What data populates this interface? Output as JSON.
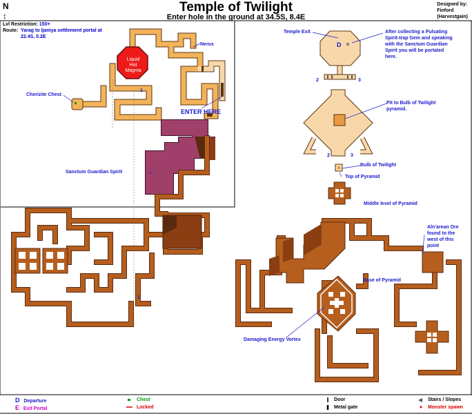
{
  "header": {
    "title": "Temple of Twilight",
    "subtitle": "Enter hole in the ground at 34.5S, 8.4E",
    "north": "N",
    "designed_label": "Designed by:",
    "designer": "Finford",
    "server": "(Harvestgain)"
  },
  "info": {
    "lvl_label": "Lvl Restriction:",
    "lvl_value": "150+",
    "route_label": "Route:",
    "route_value_1": "Yarag to Ijaniya settlement portal at",
    "route_value_2": "22.4S, 0.2E"
  },
  "labels": {
    "liquid": "Liquid",
    "hot": "Hot",
    "magma": "Magma",
    "nerus": "Nerus",
    "cherizite_chest": "Cherizite Chest",
    "enter_here": "ENTER HERE",
    "sanctum_spirit": "Sanctum Guardian Spirit",
    "temple_exit": "Temple Exit",
    "after_1": "After collecting a Pulsating",
    "after_2": "Spirit-trap Gem and speaking",
    "after_3": "with the Sanctum Guardian",
    "after_4": "Spirit you will be portaled",
    "after_5": "here.",
    "pit_1": "Pit to Bulb of Twilight",
    "pit_2": "pyramid.",
    "bulb": "Bulb of Twilight",
    "top_pyramid": "Top of Pyramid",
    "middle_pyramid": "Middle level of Pyramid",
    "aln_1": "Aln'arean Ore",
    "aln_2": "found to the",
    "aln_3": "west of this",
    "aln_4": "point",
    "base_pyramid": "Base of Pyramid",
    "damaging_vortex": "Damaging Energy Vortex",
    "d_marker": "D",
    "n1": "1",
    "n1b": "1",
    "n2": "2",
    "n3": "3",
    "n2b": "2",
    "n3b": "3"
  },
  "legend": {
    "d_letter": "D",
    "departure": "Departure",
    "e_letter": "E",
    "exit_portal": "Exit Portal",
    "chest": "Chest",
    "locked": "Locked",
    "door": "Door",
    "metal_gate": "Metal gate",
    "stairs": "Stairs / Slopes",
    "monster": "Monster spawn"
  },
  "colors": {
    "brown": "#b55e1e",
    "dark_brown": "#8a3e12",
    "orange": "#f2b35a",
    "light_orange": "#f7cd8c",
    "peach": "#f8d8aa",
    "purple": "#a0406a",
    "red": "#ee1a1a",
    "blue_text": "#1a1acc",
    "legend_green": "#009900",
    "legend_red": "#dd0000",
    "legend_purple": "#cc00cc"
  }
}
